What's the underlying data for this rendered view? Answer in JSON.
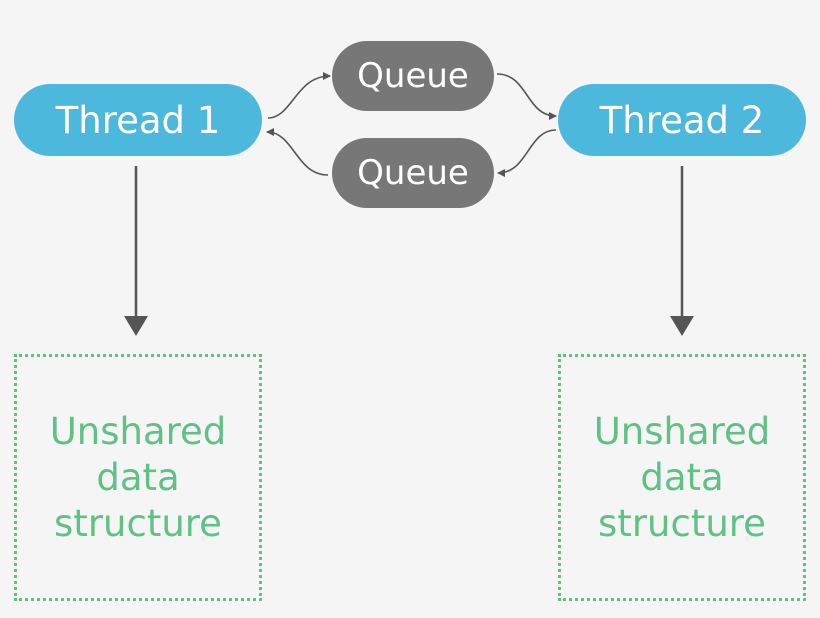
{
  "threads": {
    "left": "Thread 1",
    "right": "Thread 2"
  },
  "queues": {
    "top": "Queue",
    "bottom": "Queue"
  },
  "data_structures": {
    "left": "Unshared\ndata\nstructure",
    "right": "Unshared\ndata\nstructure"
  },
  "colors": {
    "background": "#f5f5f5",
    "thread_fill": "#4bb8dc",
    "queue_fill": "#777777",
    "data_box_stroke": "#5fc186",
    "arrow": "#555555"
  }
}
